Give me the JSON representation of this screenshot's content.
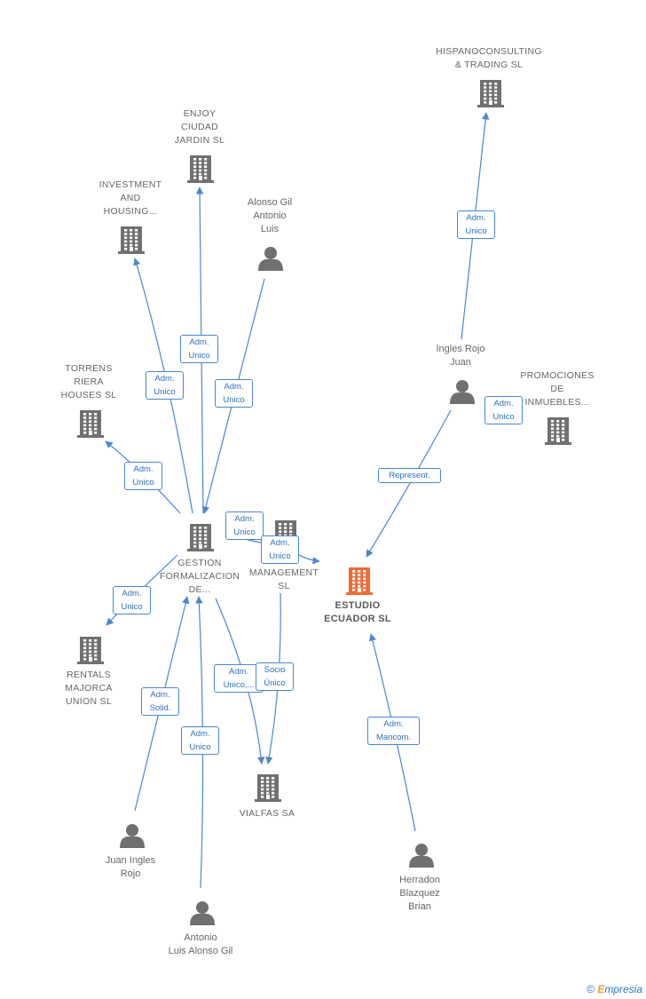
{
  "colors": {
    "edge": "#4a86d4",
    "company_icon": "#707070",
    "focus_icon": "#f26a35",
    "person_icon": "#707070"
  },
  "nodes": [
    {
      "id": "hispano",
      "type": "company",
      "label": "HISPANOCONSULTING\n& TRADING  SL"
    },
    {
      "id": "enjoy",
      "type": "company",
      "label": "ENJOY\nCIUDAD\nJARDIN  SL"
    },
    {
      "id": "investment",
      "type": "company",
      "label": "INVESTMENT\nAND\nHOUSING..."
    },
    {
      "id": "alonso_gil",
      "type": "person",
      "label": "Alonso Gil\nAntonio\nLuis"
    },
    {
      "id": "ingles_rojo_juan",
      "type": "person",
      "label": "Ingles Rojo\nJuan"
    },
    {
      "id": "promociones",
      "type": "company",
      "label": "PROMOCIONES\nDE\nINMUEBLES..."
    },
    {
      "id": "torrens",
      "type": "company",
      "label": "TORRENS\nRIERA\nHOUSES  SL"
    },
    {
      "id": "gestion",
      "type": "company",
      "label": "GESTION\nFORMALIZACION\nDE..."
    },
    {
      "id": "management",
      "type": "company",
      "label": "MANAGEMENT\nSL"
    },
    {
      "id": "estudio",
      "type": "focus",
      "label": "ESTUDIO\nECUADOR  SL"
    },
    {
      "id": "rentals",
      "type": "company",
      "label": "RENTALS\nMAJORCA\nUNION  SL"
    },
    {
      "id": "vialfas",
      "type": "company",
      "label": "VIALFAS SA"
    },
    {
      "id": "juan_ingles_rojo",
      "type": "person",
      "label": "Juan Ingles\nRojo"
    },
    {
      "id": "antonio_luis",
      "type": "person",
      "label": "Antonio\nLuis Alonso Gil"
    },
    {
      "id": "herradon",
      "type": "person",
      "label": "Herradon\nBlazquez\nBrian"
    }
  ],
  "edges": [
    {
      "from": "ingles_rojo_juan",
      "to": "hispano",
      "label": "Adm.\nUnico"
    },
    {
      "from": "gestion",
      "to": "enjoy",
      "label": "Adm.\nUnico"
    },
    {
      "from": "gestion",
      "to": "investment",
      "label": "Adm.\nUnico"
    },
    {
      "from": "alonso_gil",
      "to": "gestion",
      "label": "Adm.\nUnico"
    },
    {
      "from": "ingles_rojo_juan",
      "to": "promociones",
      "label": "Adm.\nUnico"
    },
    {
      "from": "gestion",
      "to": "torrens",
      "label": "Adm.\nUnico"
    },
    {
      "from": "gestion",
      "to": "management",
      "label": "Adm.\nUnico"
    },
    {
      "from": "management",
      "to": "estudio",
      "label": "Adm.\nUnico"
    },
    {
      "from": "ingles_rojo_juan",
      "to": "estudio",
      "label": "Represent."
    },
    {
      "from": "gestion",
      "to": "rentals",
      "label": "Adm.\nUnico"
    },
    {
      "from": "gestion",
      "to": "vialfas",
      "label": "Adm.\nUnico,..."
    },
    {
      "from": "management",
      "to": "vialfas",
      "label": "Socio\nÚnico"
    },
    {
      "from": "juan_ingles_rojo",
      "to": "gestion",
      "label": "Adm.\nSolid."
    },
    {
      "from": "antonio_luis",
      "to": "gestion",
      "label": "Adm.\nUnico"
    },
    {
      "from": "herradon",
      "to": "estudio",
      "label": "Adm.\nMancom."
    }
  ],
  "footer": {
    "copyright_symbol": "©",
    "brand_first": "E",
    "brand_rest": "mpresia"
  }
}
